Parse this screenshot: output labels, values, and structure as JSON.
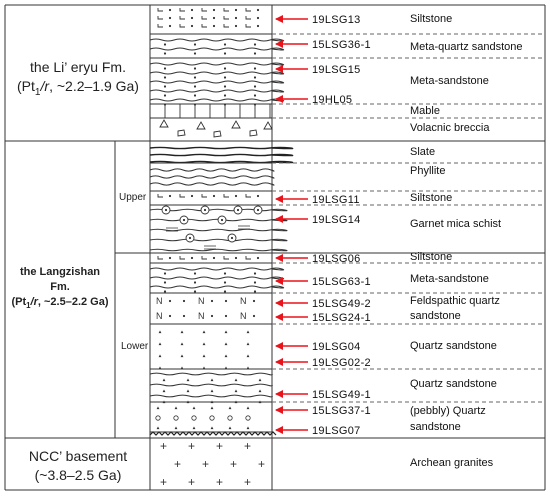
{
  "formations": [
    {
      "id": "lieryu",
      "name": "the Li’ eryu Fm.",
      "age_prefix": "(Pt",
      "age_sub": "1",
      "age_italic": "/r",
      "age_suffix": ", ~2.2–1.9 Ga)",
      "subunits": []
    },
    {
      "id": "langzishan",
      "name": "the Langzishan Fm.",
      "age_prefix": "(Pt",
      "age_sub": "1",
      "age_italic": "/r",
      "age_suffix": ", ~2.5–2.2 Ga)",
      "subunits": [
        "Upper",
        "Lower"
      ]
    },
    {
      "id": "ncc",
      "name": "NCC’ basement",
      "age_text": "(~3.8–2.5 Ga)",
      "subunits": []
    }
  ],
  "lithologies": [
    {
      "label": "Siltstone"
    },
    {
      "label": "Meta-quartz sandstone"
    },
    {
      "label": "Meta-sandstone"
    },
    {
      "label": "Mable"
    },
    {
      "label": "Volacnic breccia"
    },
    {
      "label": "Slate"
    },
    {
      "label": "Phyllite"
    },
    {
      "label": "Siltstone"
    },
    {
      "label": "Garnet mica schist"
    },
    {
      "label": "Siltstone"
    },
    {
      "label": "Meta-sandstone"
    },
    {
      "label": "Feldspathic quartz"
    },
    {
      "label": "sandstone"
    },
    {
      "label": "Quartz sandstone"
    },
    {
      "label": "Quartz sandstone"
    },
    {
      "label": "(pebbly) Quartz"
    },
    {
      "label": "sandstone"
    },
    {
      "label": "Archean granites"
    }
  ],
  "samples": [
    "19LSG13",
    "15LSG36-1",
    "19LSG15",
    "19HL05",
    "19LSG11",
    "19LSG14",
    "19LSG06",
    "15LSG63-1",
    "15LSG49-2",
    "15LSG24-1",
    "19LSG04",
    "19LSG02-2",
    "15LSG49-1",
    "15LSG37-1",
    "19LSG07"
  ],
  "colors": {
    "arrow": "#e8131b",
    "line": "#333333",
    "dash": "#666666"
  },
  "pattern_symbols": {
    "feldspar": "N",
    "granite": "+"
  }
}
